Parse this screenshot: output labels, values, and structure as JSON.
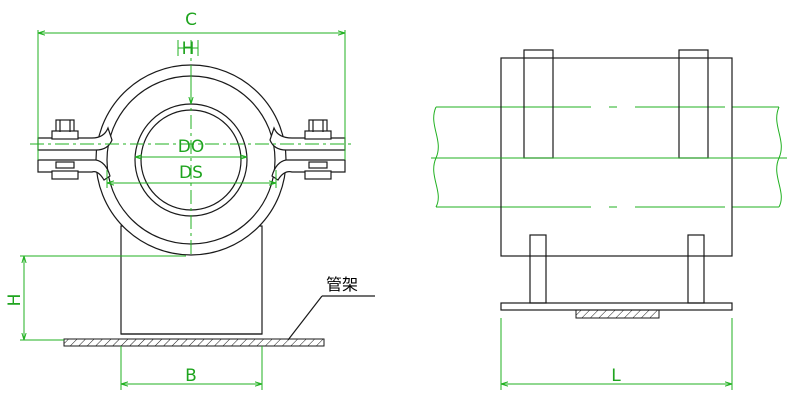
{
  "labels": {
    "c": "C",
    "h_top": "H",
    "do": "DO",
    "ds": "DS",
    "h": "H",
    "b": "B",
    "l": "L",
    "pipe_rack": "管架"
  },
  "colors": {
    "outline": "#1a1a1a",
    "dimension": "#21b121",
    "dimension_text": "#1fa41f",
    "background": "#ffffff"
  }
}
